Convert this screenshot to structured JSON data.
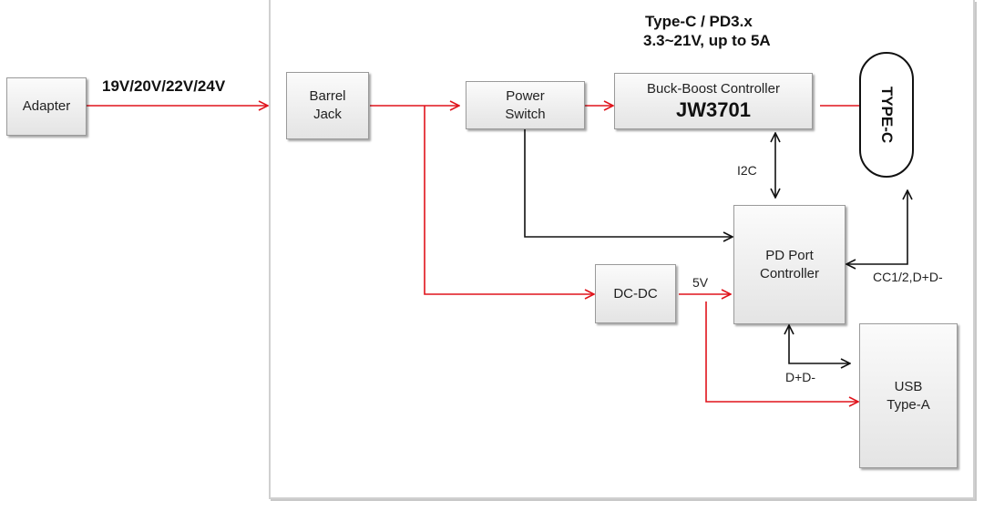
{
  "diagram": {
    "blocks": {
      "adapter": "Adapter",
      "barrel_jack": [
        "Barrel",
        "Jack"
      ],
      "power_switch": [
        "Power",
        "Switch"
      ],
      "buck_boost": {
        "subtitle": "Buck-Boost Controller",
        "part": "JW3701"
      },
      "type_c_port": "TYPE-C",
      "pd_controller": [
        "PD Port",
        "Controller"
      ],
      "dc_dc": "DC-DC",
      "usb_type_a": [
        "USB",
        "Type-A"
      ]
    },
    "labels": {
      "adapter_voltage": "19V/20V/22V/24V",
      "spec_line1": "Type-C / PD3.x",
      "spec_line2": "3.3~21V, up to 5A",
      "i2c": "I2C",
      "cc_lines": "CC1/2,D+D-",
      "five_volt": "5V",
      "usb_data": "D+D-"
    },
    "colors": {
      "power_line": "#e0141c",
      "signal_line": "#111111",
      "panel_border": "#d0d0d0"
    }
  }
}
